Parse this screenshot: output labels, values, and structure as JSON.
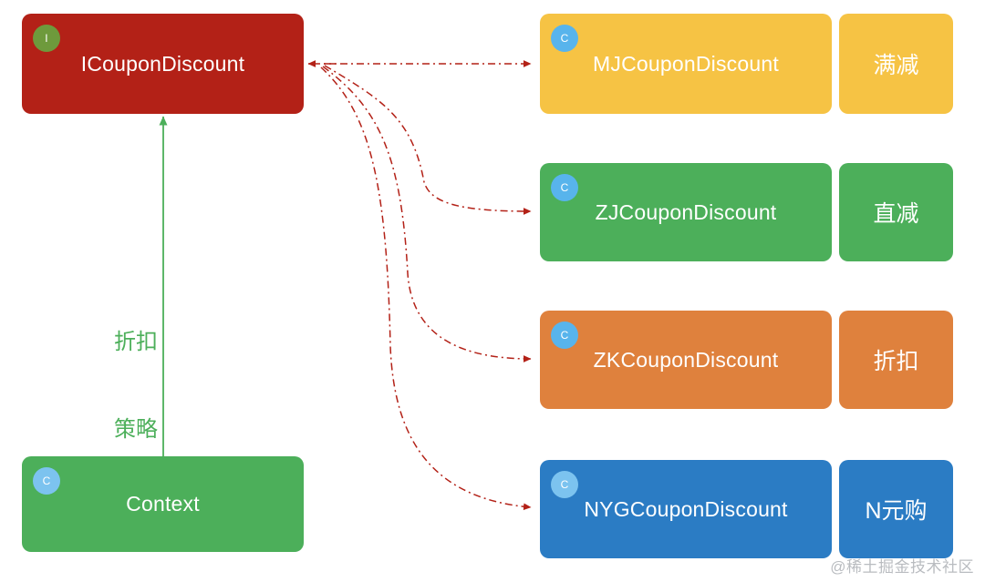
{
  "diagram": {
    "title": "ICouponDiscount strategy class diagram",
    "colors": {
      "interface": "#b32117",
      "context": "#4caf5a",
      "mj": "#f6c344",
      "zj": "#4caf5a",
      "zk": "#df813d",
      "nyg": "#2b7cc4",
      "realization_edge": "#b32117",
      "inheritance_edge": "#4caf5a",
      "interface_badge": "#6e9a3c",
      "class_badge": "#58b4ec",
      "watermark": "#b9bcc0"
    },
    "interface_node": {
      "name": "ICouponDiscount",
      "badge": "I",
      "badge_icon": "interface-badge-icon"
    },
    "context_node": {
      "name": "Context",
      "badge": "C",
      "badge_icon": "class-badge-icon"
    },
    "edge_label": {
      "line1": "折扣",
      "line2": "策略",
      "text": "折扣\n策略"
    },
    "implementations": [
      {
        "name": "MJCouponDiscount",
        "badge": "C",
        "tag": "满减",
        "color": "#f6c344",
        "theme": "yellow"
      },
      {
        "name": "ZJCouponDiscount",
        "badge": "C",
        "tag": "直减",
        "color": "#4caf5a",
        "theme": "green"
      },
      {
        "name": "ZKCouponDiscount",
        "badge": "C",
        "tag": "折扣",
        "color": "#df813d",
        "theme": "orange"
      },
      {
        "name": "NYGCouponDiscount",
        "badge": "C",
        "tag": "N元购",
        "color": "#2b7cc4",
        "theme": "blue"
      }
    ],
    "watermark": "@稀土掘金技术社区"
  }
}
